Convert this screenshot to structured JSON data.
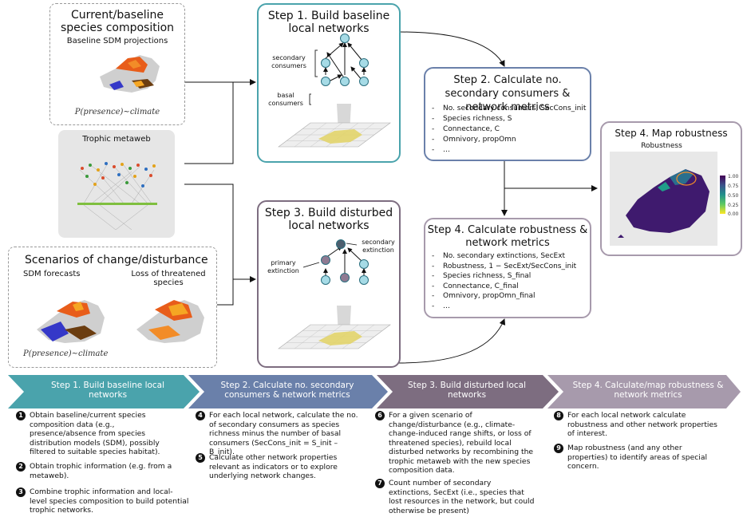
{
  "box_baseline": {
    "title": "Current/baseline species composition",
    "subtitle": "Baseline SDM projections",
    "formula": "P(presence)~climate"
  },
  "box_metaweb": {
    "title": "Trophic metaweb"
  },
  "box_scenarios": {
    "title": "Scenarios of change/disturbance",
    "left_label": "SDM forecasts",
    "right_label": "Loss of threatened species",
    "formula": "P(presence)~climate"
  },
  "step1_box": {
    "title": "Step 1. Build baseline local networks",
    "label_secondary": "secondary consumers",
    "label_basal": "basal consumers"
  },
  "step3_box": {
    "title": "Step 3. Build disturbed local networks",
    "label_primary": "primary extinction",
    "label_secondary": "secondary extinction"
  },
  "step2_box": {
    "title": "Step 2. Calculate no. secondary consumers & network metrics",
    "metrics": [
      "No. secondary consumers, SecCons_init",
      "Species richness, S",
      "Connectance, C",
      "Omnivory, propOmn",
      "…"
    ]
  },
  "step4_box": {
    "title": "Step 4. Calculate robustness & network metrics",
    "metrics": [
      "No. secondary extinctions, SecExt",
      "Robustness, 1 − SecExt/SecCons_init",
      "Species richness, S_final",
      "Connectance, C_final",
      "Omnivory, propOmn_final",
      "…"
    ]
  },
  "map_box": {
    "title": "Step 4. Map robustness",
    "map_title": "Robustness",
    "legend_ticks": [
      "1.00",
      "0.75",
      "0.50",
      "0.25",
      "0.00"
    ]
  },
  "banner": [
    {
      "label": "Step 1. Build baseline local networks",
      "color": "#4aa3ac"
    },
    {
      "label": "Step 2. Calculate no. secondary consumers & network metrics",
      "color": "#6a80aa"
    },
    {
      "label": "Step 3. Build disturbed local networks",
      "color": "#7d6d80"
    },
    {
      "label": "Step 4. Calculate/map robustness & network metrics",
      "color": "#a79aac"
    }
  ],
  "items": [
    {
      "n": "1",
      "text": "Obtain baseline/current species composition data (e.g., presence/absence from species distribution models (SDM), possibly filtered to suitable species habitat)."
    },
    {
      "n": "2",
      "text": "Obtain trophic information (e.g. from a metaweb)."
    },
    {
      "n": "3",
      "text": "Combine trophic information and local-level species composition to build potential trophic networks."
    },
    {
      "n": "4",
      "text": "For each local network, calculate the no. of secondary consumers as species richness minus the number of basal consumers (SecCons_init = S_init – B_init)."
    },
    {
      "n": "5",
      "text": "Calculate other network properties relevant as indicators or to explore underlying network changes."
    },
    {
      "n": "6",
      "text": "For a given scenario of change/disturbance (e.g., climate-change-induced range shifts, or loss of threatened species), rebuild local disturbed networks by recombining the trophic metaweb with the new species composition data."
    },
    {
      "n": "7",
      "text": "Count number of secondary extinctions, SecExt (i.e., species that lost resources in the network, but could otherwise be present)"
    },
    {
      "n": "8",
      "text": "For each local network calculate robustness and other network properties of interest."
    },
    {
      "n": "9",
      "text": "Map robustness (and any other properties) to identify areas of special concern."
    }
  ],
  "colors": {
    "step1_border": "#4aa3ac",
    "step2_border": "#6a80aa",
    "step3_border": "#7d6d80",
    "step4_border": "#a79aac",
    "node_fill": "#a6dbe6",
    "robustness_low": "#440154",
    "robustness_high": "#fde725"
  }
}
